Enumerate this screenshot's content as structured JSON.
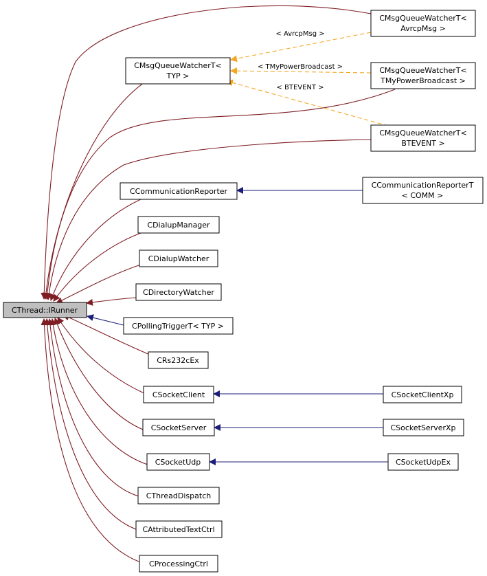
{
  "colors": {
    "inherit": "#7f1d24",
    "derive": "#1c1c7a",
    "template": "#f5a623",
    "root_fill": "#bfbfbf",
    "node_fill": "#ffffff",
    "border": "#000000"
  },
  "nodes": {
    "runner": {
      "lines": [
        "CThread::IRunner"
      ]
    },
    "msgq_typ": {
      "lines": [
        "CMsgQueueWatcherT<",
        "TYP >"
      ]
    },
    "msgq_avrcp": {
      "lines": [
        "CMsgQueueWatcherT<",
        "AvrcpMsg >"
      ]
    },
    "msgq_power": {
      "lines": [
        "CMsgQueueWatcherT<",
        "TMyPowerBroadcast >"
      ]
    },
    "msgq_bt": {
      "lines": [
        "CMsgQueueWatcherT<",
        "BTEVENT >"
      ]
    },
    "comm_rep": {
      "lines": [
        "CCommunicationReporter"
      ]
    },
    "comm_rep_t": {
      "lines": [
        "CCommunicationReporterT",
        "< COMM >"
      ]
    },
    "dialup_mgr": {
      "lines": [
        "CDialupManager"
      ]
    },
    "dialup_watch": {
      "lines": [
        "CDialupWatcher"
      ]
    },
    "dir_watch": {
      "lines": [
        "CDirectoryWatcher"
      ]
    },
    "polling": {
      "lines": [
        "CPollingTriggerT< TYP >"
      ]
    },
    "rs232": {
      "lines": [
        "CRs232cEx"
      ]
    },
    "sock_client": {
      "lines": [
        "CSocketClient"
      ]
    },
    "sock_client_xp": {
      "lines": [
        "CSocketClientXp"
      ]
    },
    "sock_server": {
      "lines": [
        "CSocketServer"
      ]
    },
    "sock_server_xp": {
      "lines": [
        "CSocketServerXp"
      ]
    },
    "sock_udp": {
      "lines": [
        "CSocketUdp"
      ]
    },
    "sock_udp_ex": {
      "lines": [
        "CSocketUdpEx"
      ]
    },
    "thread_dispatch": {
      "lines": [
        "CThreadDispatch"
      ]
    },
    "attr_text": {
      "lines": [
        "CAttributedTextCtrl"
      ]
    },
    "processing": {
      "lines": [
        "CProcessingCtrl"
      ]
    }
  },
  "edge_labels": {
    "avrcp": "< AvrcpMsg >",
    "power": "< TMyPowerBroadcast >",
    "bt": "< BTEVENT >"
  }
}
